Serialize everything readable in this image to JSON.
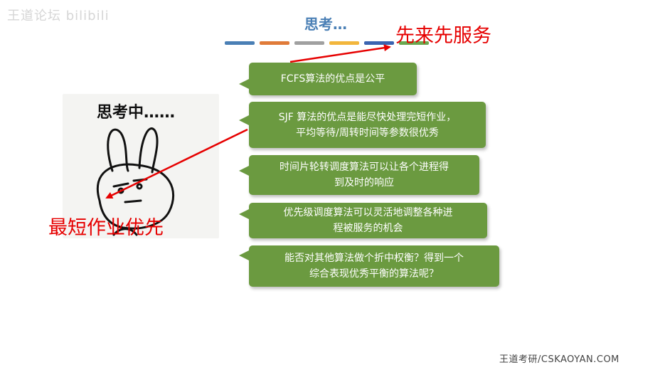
{
  "watermark": "王道论坛 bilibili",
  "title": "思考…",
  "colors": [
    "#4a7fb5",
    "#e07b39",
    "#a0a0a0",
    "#f2b63c",
    "#3a63b0",
    "#6aa84f"
  ],
  "notes": {
    "top_right": "先来先服务",
    "bottom_left": "最短作业优先"
  },
  "sticker": {
    "caption": "思考中……"
  },
  "bubbles": [
    {
      "text": "FCFS算法的优点是公平"
    },
    {
      "text": "SJF 算法的优点是能尽快处理完短作业，\n平均等待/周转时间等参数很优秀"
    },
    {
      "text": "时间片轮转调度算法可以让各个进程得\n到及时的响应"
    },
    {
      "text": "优先级调度算法可以灵活地调整各种进\n程被服务的机会"
    },
    {
      "text": "能否对其他算法做个折中权衡？得到一个\n综合表现优秀平衡的算法呢？"
    }
  ],
  "footer": "王道考研/CSKAOYAN.COM"
}
